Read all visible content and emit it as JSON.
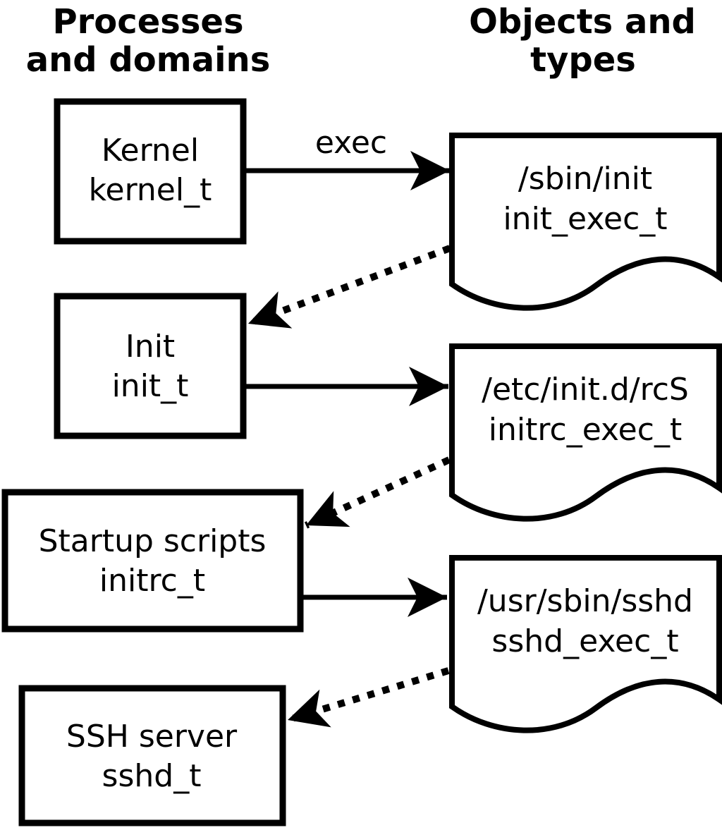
{
  "headers": {
    "left": {
      "line1": "Processes",
      "line2": "and domains"
    },
    "right": {
      "line1": "Objects and",
      "line2": "types"
    }
  },
  "processes": [
    {
      "name": "Kernel",
      "domain": "kernel_t"
    },
    {
      "name": "Init",
      "domain": "init_t"
    },
    {
      "name": "Startup scripts",
      "domain": "initrc_t"
    },
    {
      "name": "SSH server",
      "domain": "sshd_t"
    }
  ],
  "objects": [
    {
      "path": "/sbin/init",
      "type": "init_exec_t"
    },
    {
      "path": "/etc/init.d/rcS",
      "type": "initrc_exec_t"
    },
    {
      "path": "/usr/sbin/sshd",
      "type": "sshd_exec_t"
    }
  ],
  "edges": {
    "exec_label": "exec",
    "solid": [
      {
        "from": "Kernel / kernel_t",
        "to": "/sbin/init",
        "label": "exec"
      },
      {
        "from": "Init / init_t",
        "to": "/etc/init.d/rcS",
        "label": ""
      },
      {
        "from": "Startup scripts / initrc_t",
        "to": "/usr/sbin/sshd",
        "label": ""
      }
    ],
    "dotted": [
      {
        "from": "/sbin/init",
        "to": "Init / init_t"
      },
      {
        "from": "/etc/init.d/rcS",
        "to": "Startup scripts / initrc_t"
      },
      {
        "from": "/usr/sbin/sshd",
        "to": "SSH server / sshd_t"
      }
    ]
  },
  "colors": {
    "foreground": "#000000",
    "background": "#ffffff"
  }
}
